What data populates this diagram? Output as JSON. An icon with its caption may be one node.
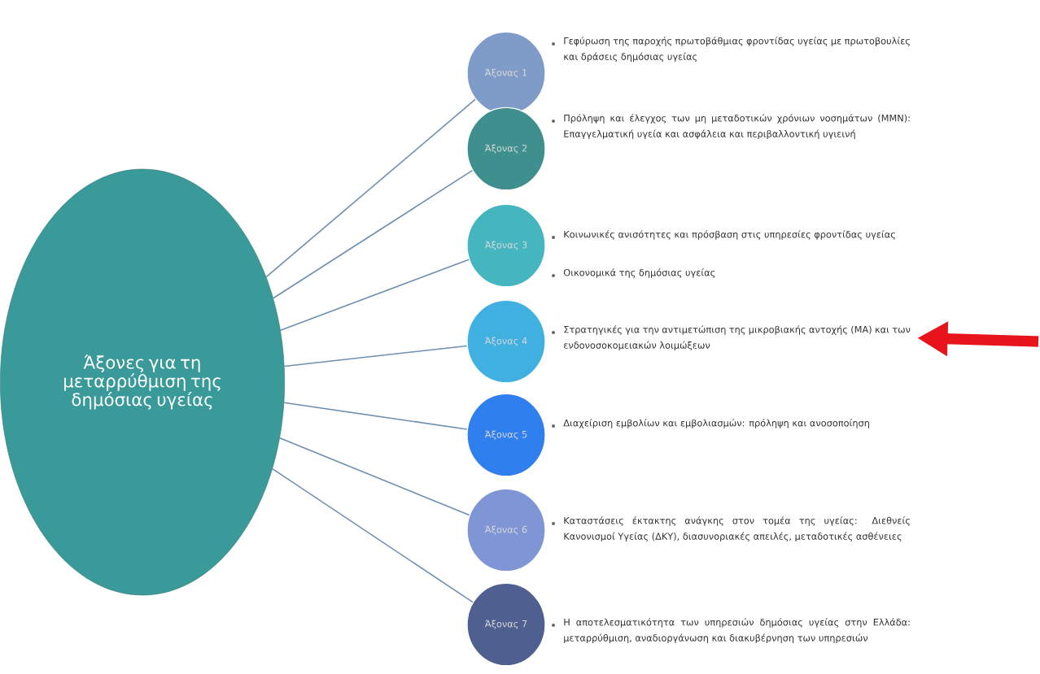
{
  "diagram": {
    "nodes": [
      {
        "text": [
          "Άξονες για τη μεταρρύθμιση της δημόσιας υγείας"
        ]
      },
      {
        "text": [
          "Άξονας 1"
        ],
        "beside": [
          "Γεφύρωση της παροχής πρωτοβάθμιας φροντίδας υγείας με πρωτοβουλίες και δράσεις δημόσιας υγείας"
        ]
      },
      {
        "text": [
          "Άξονας 2"
        ],
        "beside": [
          "Πρόληψη και έλεγχος των μη μεταδοτικών χρόνιων νοσημάτων (ΜΜΝ): Επαγγελματική υγεία και ασφάλεια και περιβαλλοντική υγιεινή"
        ]
      },
      {
        "text": [
          "Άξονας 3"
        ],
        "beside": [
          "Κοινωνικές ανισότητες και πρόσβαση στις υπηρεσίες φροντίδας υγείας",
          "Οικονομικά της δημόσιας υγείας"
        ]
      },
      {
        "text": [
          "Άξονας 4"
        ],
        "beside": [
          "Στρατηγικές για την αντιμετώπιση της μικροβιακής αντοχής (ΜΑ) και των ενδονοσοκομειακών λοιμώξεων"
        ]
      },
      {
        "text": [
          "Άξονας 5"
        ],
        "beside": [
          "Διαχείριση εμβολίων και εμβολιασμών: πρόληψη και ανοσοποίηση"
        ]
      },
      {
        "text": [
          "Άξονας 6"
        ],
        "beside": [
          "Καταστάσεις έκτακτης ανάγκης στον τομέα της υγείας: Διεθνείς Κανονισμοί Υγείας (ΔΚΥ), διασυνοριακές απειλές, μεταδοτικές ασθένειες"
        ]
      },
      {
        "text": [
          "Άξονας 7"
        ],
        "beside": [
          "Η αποτελεσματικότητα των υπηρεσιών δημόσιας υγείας στην Ελλάδα: μεταρρύθμιση, αναδιοργάνωση και διακυβέρνηση των υπηρεσιών"
        ]
      }
    ],
    "edges": [
      {
        "from": 0,
        "to": 1,
        "arrow": "none"
      },
      {
        "from": 0,
        "to": 2,
        "arrow": "none"
      },
      {
        "from": 0,
        "to": 3,
        "arrow": "none"
      },
      {
        "from": 0,
        "to": 4,
        "arrow": "none"
      },
      {
        "from": 0,
        "to": 5,
        "arrow": "none"
      },
      {
        "from": 0,
        "to": 6,
        "arrow": "none"
      },
      {
        "from": 0,
        "to": 7,
        "arrow": "none"
      },
      {
        "from": null,
        "to": 4,
        "arrow": "to",
        "style": "thick",
        "color": "#e8141b"
      }
    ]
  }
}
